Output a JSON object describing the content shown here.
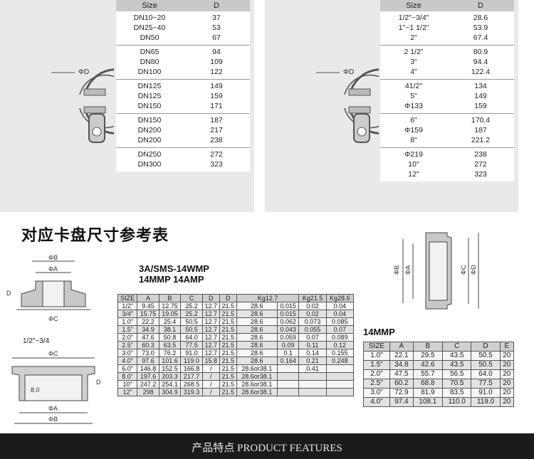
{
  "size_table_left": {
    "header": {
      "size": "Size",
      "d": "D"
    },
    "groups": [
      [
        [
          "DN10~20",
          "37"
        ],
        [
          "DN25~40",
          "53"
        ],
        [
          "DN50",
          "67"
        ]
      ],
      [
        [
          "DN65",
          "94"
        ],
        [
          "DN80",
          "109"
        ],
        [
          "DN100",
          "122"
        ]
      ],
      [
        [
          "DN125",
          "149"
        ],
        [
          "DN125",
          "159"
        ],
        [
          "DN150",
          "171"
        ]
      ],
      [
        [
          "DN150",
          "187"
        ],
        [
          "DN200",
          "217"
        ],
        [
          "DN200",
          "238"
        ]
      ],
      [
        [
          "DN250",
          "272"
        ],
        [
          "DN300",
          "323"
        ]
      ]
    ]
  },
  "size_table_right": {
    "header": {
      "size": "Size",
      "d": "D"
    },
    "groups": [
      [
        [
          "1/2\"~3/4\"",
          "28.6"
        ],
        [
          "1\"~1 1/2\"",
          "53.9"
        ],
        [
          "2\"",
          "67.4"
        ]
      ],
      [
        [
          "2 1/2\"",
          "80.9"
        ],
        [
          "3\"",
          "94.4"
        ],
        [
          "4\"",
          "122.4"
        ]
      ],
      [
        [
          "41/2\"",
          "134"
        ],
        [
          "5\"",
          "149"
        ],
        [
          "Φ133",
          "159"
        ]
      ],
      [
        [
          "6\"",
          "170.4"
        ],
        [
          "Φ159",
          "187"
        ],
        [
          "8\"",
          "221.2"
        ]
      ],
      [
        [
          "Φ219",
          "238"
        ],
        [
          "10\"",
          "272"
        ],
        [
          "12\"",
          "323"
        ]
      ]
    ]
  },
  "drawing_labels": {
    "diameter": "ΦD",
    "b": "ΦB",
    "a": "ΦA",
    "c": "ΦC",
    "d": "ΦD",
    "d_side": "D",
    "eight": "8.0"
  },
  "title_cn": "对应卡盘尺寸参考表",
  "spec_title_line1": "3A/SMS-14WMP",
  "spec_title_line2": "14MMP 14AMP",
  "label_half_inch": "1/2\"~3/4",
  "main_table": {
    "headers": [
      "SIZE",
      "A",
      "B",
      "C",
      "D",
      "D",
      "Kg12.7",
      "Kg21.5",
      "Kg28.6"
    ],
    "rows": [
      [
        "1/2\"",
        "9.45",
        "12.75",
        "25.2",
        "12.7",
        "21.5",
        "28.6",
        "0.015",
        "0.02",
        "0.04"
      ],
      [
        "3/4\"",
        "15.75",
        "19.05",
        "25.2",
        "12.7",
        "21.5",
        "28.6",
        "0.015",
        "0.02",
        "0.04"
      ],
      [
        "1.0\"",
        "22.2",
        "25.4",
        "50.5",
        "12.7",
        "21.5",
        "28.6",
        "0.062",
        "0.073",
        "0.085"
      ],
      [
        "1.5\"",
        "34.9",
        "38.1",
        "50.5",
        "12.7",
        "21.5",
        "28.6",
        "0.043",
        "0.055",
        "0.07"
      ],
      [
        "2.0\"",
        "47.6",
        "50.8",
        "64.0",
        "12.7",
        "21.5",
        "28.6",
        "0.059",
        "0.07",
        "0.089"
      ],
      [
        "2.5\"",
        "60.3",
        "63.5",
        "77.5",
        "12.7",
        "21.5",
        "28.6",
        "0.09",
        "0.11",
        "0.12"
      ],
      [
        "3.0\"",
        "73.0",
        "76.2",
        "91.0",
        "12.7",
        "21.5",
        "28.6",
        "0.1",
        "0.14",
        "0.155"
      ],
      [
        "4.0\"",
        "97.6",
        "101.6",
        "119.0",
        "15.8",
        "21.5",
        "28.6",
        "0.164",
        "0.21",
        "0.248"
      ],
      [
        "6.0\"",
        "146.8",
        "152.5",
        "166.8",
        "/",
        "21.5",
        "28.6or38.1",
        "",
        "0.41",
        ""
      ],
      [
        "8.0\"",
        "197.6",
        "203.3",
        "217.7",
        "/",
        "21.5",
        "28.6or38.1",
        "",
        "",
        ""
      ],
      [
        "10\"",
        "247.2",
        "254.1",
        "268.5",
        "/",
        "21.5",
        "28.6or38.1",
        "",
        "",
        ""
      ],
      [
        "12\"",
        "298",
        "304.9",
        "319.3",
        "/",
        "21.5",
        "28.6or38.1",
        "",
        "",
        ""
      ]
    ]
  },
  "mmp_title": "14MMP",
  "mmp_table": {
    "headers": [
      "SIZE",
      "A",
      "B",
      "C",
      "D",
      "E"
    ],
    "rows": [
      [
        "1.0\"",
        "22.1",
        "29.5",
        "43.5",
        "50.5",
        "20"
      ],
      [
        "1.5\"",
        "34.8",
        "42.6",
        "43.5",
        "50.5",
        "20"
      ],
      [
        "2.0\"",
        "47.5",
        "55.7",
        "56.5",
        "64.0",
        "20"
      ],
      [
        "2.5\"",
        "60.2",
        "68.8",
        "70.5",
        "77.5",
        "20"
      ],
      [
        "3.0\"",
        "72.9",
        "81.9",
        "83.5",
        "91.0",
        "20"
      ],
      [
        "4.0\"",
        "97.4",
        "108.1",
        "110.0",
        "119.0",
        "20"
      ]
    ]
  },
  "footer_text": "产品特点 PRODUCT FEATURES"
}
